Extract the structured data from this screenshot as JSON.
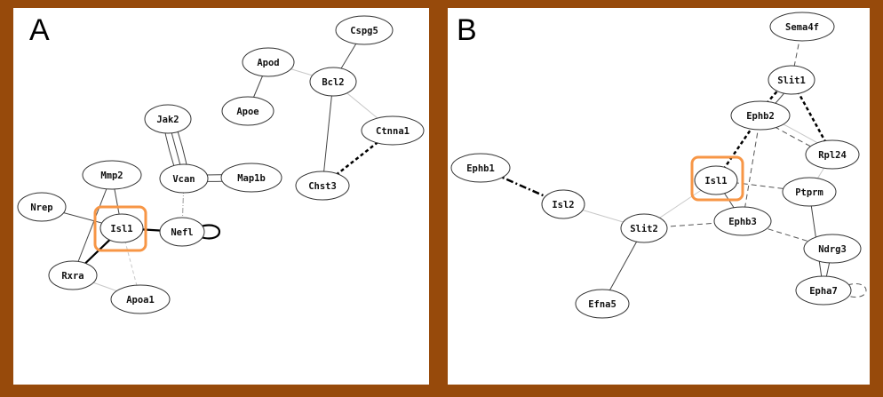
{
  "panels": [
    {
      "id": "A",
      "letter": "A",
      "highlight": "Isl1",
      "highlight_color": "#f79646",
      "nodes": [
        "Cspg5",
        "Apod",
        "Bcl2",
        "Apoe",
        "Jak2",
        "Ctnna1",
        "Mmp2",
        "Vcan",
        "Map1b",
        "Chst3",
        "Nrep",
        "Isl1",
        "Nefl",
        "Rxra",
        "Apoa1"
      ],
      "edges": [
        [
          "Cspg5",
          "Bcl2",
          "solid"
        ],
        [
          "Apod",
          "Bcl2",
          "light"
        ],
        [
          "Apod",
          "Apoe",
          "solid"
        ],
        [
          "Bcl2",
          "Chst3",
          "solid"
        ],
        [
          "Bcl2",
          "Ctnna1",
          "light"
        ],
        [
          "Ctnna1",
          "Chst3",
          "thickdash"
        ],
        [
          "Jak2",
          "Vcan",
          "solid"
        ],
        [
          "Jak2",
          "Vcan",
          "solid"
        ],
        [
          "Jak2",
          "Vcan",
          "solid"
        ],
        [
          "Vcan",
          "Map1b",
          "solid"
        ],
        [
          "Vcan",
          "Map1b",
          "solid"
        ],
        [
          "Vcan",
          "Nefl",
          "dashdot"
        ],
        [
          "Mmp2",
          "Isl1",
          "solid"
        ],
        [
          "Mmp2",
          "Rxra",
          "solid"
        ],
        [
          "Nrep",
          "Isl1",
          "solid"
        ],
        [
          "Isl1",
          "Nefl",
          "thick"
        ],
        [
          "Nefl",
          "Nefl",
          "thick"
        ],
        [
          "Isl1",
          "Rxra",
          "thick"
        ],
        [
          "Isl1",
          "Apoa1",
          "lightdash"
        ],
        [
          "Rxra",
          "Apoa1",
          "light"
        ]
      ]
    },
    {
      "id": "B",
      "letter": "B",
      "highlight": "Isl1",
      "highlight_color": "#f79646",
      "nodes": [
        "Sema4f",
        "Slit1",
        "Ephb2",
        "Rpl24",
        "Ephb1",
        "Isl1",
        "Ptprm",
        "Isl2",
        "Slit2",
        "Ephb3",
        "Ndrg3",
        "Epha7",
        "Efna5"
      ],
      "edges": [
        [
          "Sema4f",
          "Slit1",
          "dashed"
        ],
        [
          "Slit1",
          "Ephb2",
          "solid"
        ],
        [
          "Slit1",
          "Ephb2",
          "thickdash"
        ],
        [
          "Slit1",
          "Rpl24",
          "thickdash"
        ],
        [
          "Ephb2",
          "Rpl24",
          "light"
        ],
        [
          "Ephb2",
          "Rpl24",
          "dashed"
        ],
        [
          "Ephb2",
          "Isl1",
          "thickdash"
        ],
        [
          "Ephb2",
          "Ephb3",
          "dashed"
        ],
        [
          "Rpl24",
          "Ptprm",
          "light"
        ],
        [
          "Isl1",
          "Ptprm",
          "dashed"
        ],
        [
          "Isl1",
          "Ephb3",
          "solid"
        ],
        [
          "Isl1",
          "Slit2",
          "light"
        ],
        [
          "Ephb1",
          "Isl2",
          "dashdotthick"
        ],
        [
          "Isl2",
          "Slit2",
          "light"
        ],
        [
          "Slit2",
          "Ephb3",
          "dashed"
        ],
        [
          "Slit2",
          "Efna5",
          "solid"
        ],
        [
          "Ephb3",
          "Ndrg3",
          "dashed"
        ],
        [
          "Ptprm",
          "Epha7",
          "solid"
        ],
        [
          "Ndrg3",
          "Epha7",
          "solid"
        ],
        [
          "Epha7",
          "Epha7",
          "dashed"
        ]
      ]
    }
  ]
}
